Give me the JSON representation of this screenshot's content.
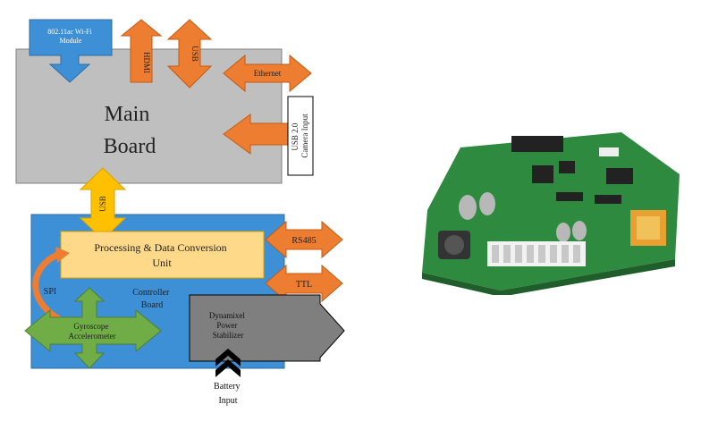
{
  "diagram": {
    "wifi_module": "802.11ac Wi-Fi\nModule",
    "hdmi": "HDMI",
    "usb_top": "USB",
    "ethernet": "Ethernet",
    "main_board_line1": "Main",
    "main_board_line2": "Board",
    "camera_input": "USB 2.0\nCamera Input",
    "usb_link": "USB",
    "processing_unit": "Processing & Data Conversion\nUnit",
    "rs485": "RS485",
    "ttl": "TTL",
    "spi": "SPI",
    "controller_board": "Controller\nBoard",
    "imu": "Gyroscope\nAccelerometer",
    "power_stabilizer": "Dynamixel\nPower\nStabilizer",
    "battery_input": "Battery\nInput"
  },
  "colors": {
    "orange": "#ed7d31",
    "blue": "#3d8fd6",
    "gray": "#bfbfbf",
    "yellow": "#ffc000",
    "green": "#70ad47",
    "cream": "#ffd98a",
    "dark_gray": "#7f7f7f",
    "pcb_green": "#2e8a3f"
  },
  "photo": {}
}
